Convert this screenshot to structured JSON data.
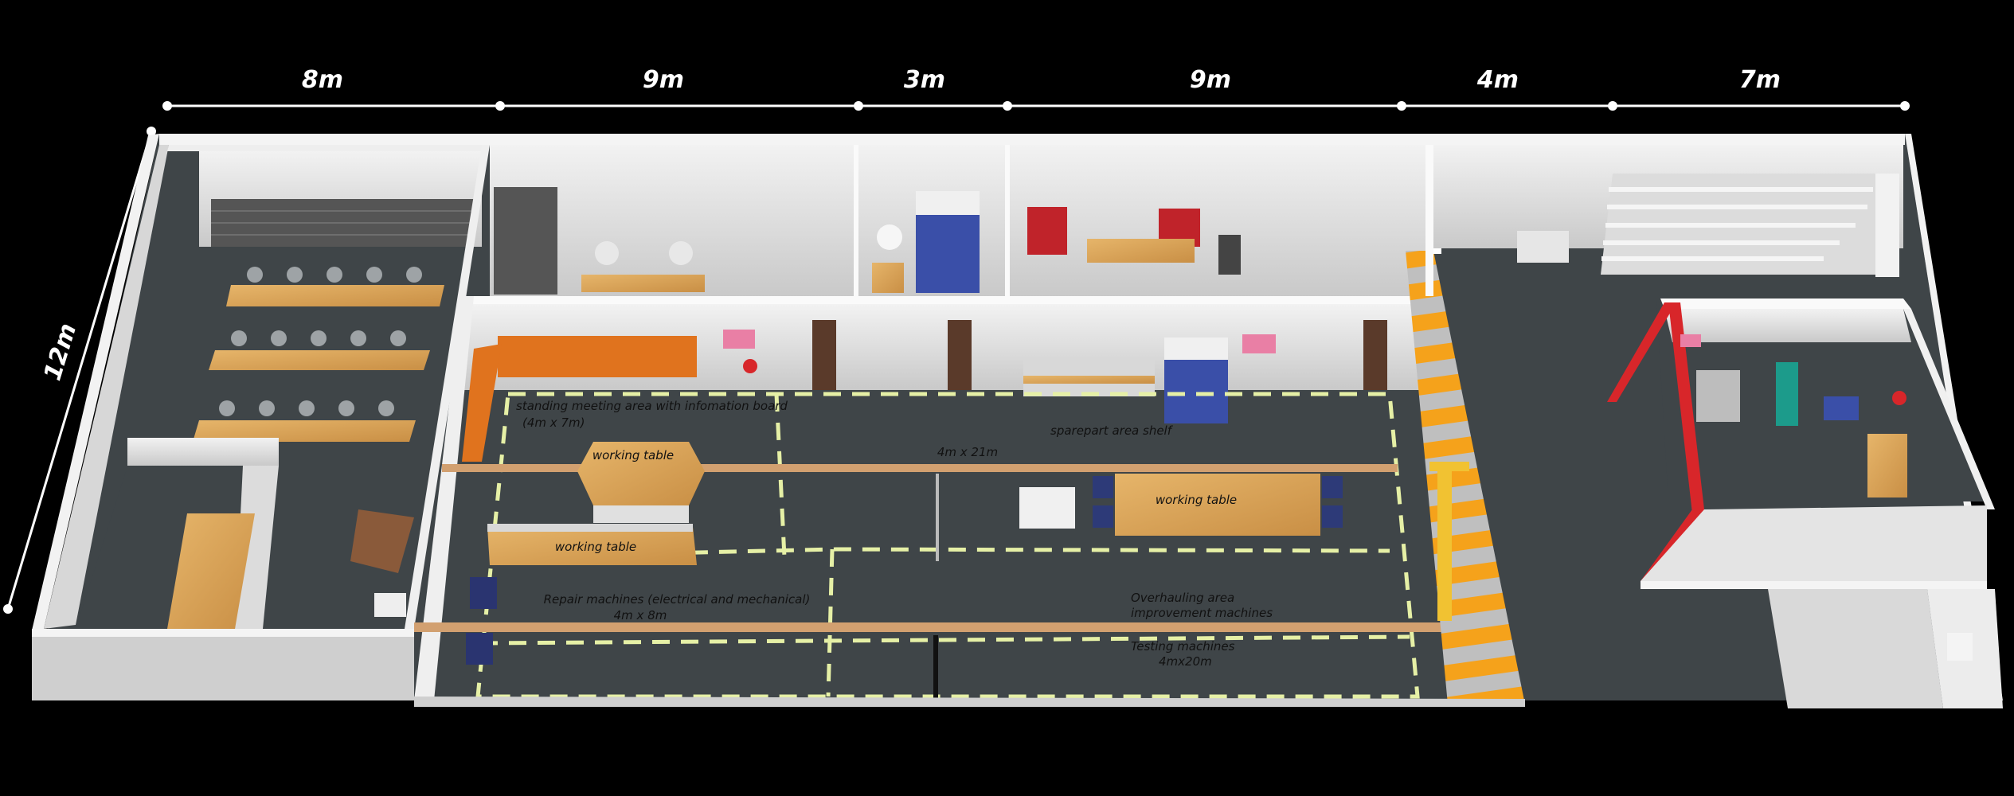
{
  "dimensions": {
    "widths": [
      "8m",
      "9m",
      "3m",
      "9m",
      "4m",
      "7m"
    ],
    "depth": "12m"
  },
  "labels": {
    "meeting_area": "standing meeting area with infomation board",
    "meeting_area_size": "(4m x 7m)",
    "working_table_1": "working table",
    "working_table_2": "working table",
    "working_table_3": "working table",
    "overall_size": "4m x 21m",
    "sparepart_shelf": "sparepart area shelf",
    "repair_machines": "Repair machines (electrical and mechanical)",
    "repair_machines_size": "4m x 8m",
    "overhauling_area": "Overhauling area",
    "improvement_machines": "improvement machines",
    "testing_machines": "Testing machines",
    "testing_machines_size": "4mx20m"
  },
  "colors": {
    "background": "#000000",
    "floor": "#3f4548",
    "wall": "#e4e4e4",
    "zone_line": "#e6f0a6",
    "hazard_orange": "#f5a21b",
    "wood": "#d9a45a",
    "rail": "#d2a070",
    "red_frame": "#d8262a",
    "blue_cabinet": "#3a4fa8",
    "orange_board": "#e0731e",
    "pink_sign": "#e97fa5"
  }
}
